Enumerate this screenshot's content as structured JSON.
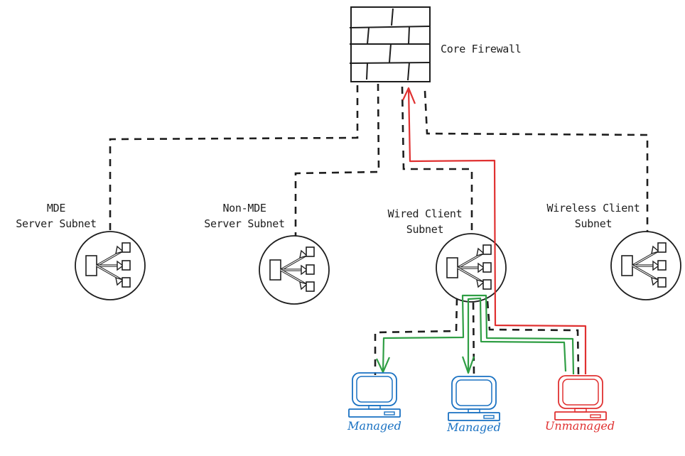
{
  "diagram": {
    "title": "Core Firewall network segmentation",
    "colors": {
      "ink": "#1e1e1e",
      "managed": "#1971c2",
      "unmanaged": "#e03131",
      "allowed_flow": "#2f9e44",
      "blocked_flow": "#e03131"
    },
    "firewall": {
      "label": "Core Firewall",
      "icon": "firewall-icon"
    },
    "subnets": [
      {
        "id": "mde",
        "label_lines": [
          "MDE",
          "Server Subnet"
        ],
        "icon": "switch-icon"
      },
      {
        "id": "non-mde",
        "label_lines": [
          "Non-MDE",
          "Server Subnet"
        ],
        "icon": "switch-icon"
      },
      {
        "id": "wired",
        "label_lines": [
          "Wired Client",
          "Subnet"
        ],
        "icon": "switch-icon"
      },
      {
        "id": "wireless",
        "label_lines": [
          "Wireless Client",
          "Subnet"
        ],
        "icon": "switch-icon"
      }
    ],
    "devices": [
      {
        "id": "managed-1",
        "label": "Managed",
        "status": "managed",
        "icon": "computer-icon"
      },
      {
        "id": "managed-2",
        "label": "Managed",
        "status": "managed",
        "icon": "computer-icon"
      },
      {
        "id": "unmanaged-1",
        "label": "Unmanaged",
        "status": "unmanaged",
        "icon": "computer-icon"
      }
    ],
    "connections": [
      {
        "from": "Core Firewall",
        "to": "MDE Server Subnet",
        "style": "dashed"
      },
      {
        "from": "Core Firewall",
        "to": "Non-MDE Server Subnet",
        "style": "dashed"
      },
      {
        "from": "Core Firewall",
        "to": "Wired Client Subnet",
        "style": "dashed"
      },
      {
        "from": "Core Firewall",
        "to": "Wireless Client Subnet",
        "style": "dashed"
      },
      {
        "from": "Wired Client Subnet",
        "to": "Managed",
        "style": "dashed"
      },
      {
        "from": "Wired Client Subnet",
        "to": "Managed",
        "style": "dashed"
      },
      {
        "from": "Wired Client Subnet",
        "to": "Unmanaged",
        "style": "dashed"
      }
    ],
    "flows": [
      {
        "from": "Unmanaged",
        "to": "Managed",
        "color": "green",
        "note": "flow to first managed device"
      },
      {
        "from": "Unmanaged",
        "to": "Managed",
        "color": "green",
        "note": "flow to second managed device"
      },
      {
        "from": "Unmanaged",
        "to": "Core Firewall",
        "color": "red",
        "note": "forced to firewall"
      }
    ]
  }
}
